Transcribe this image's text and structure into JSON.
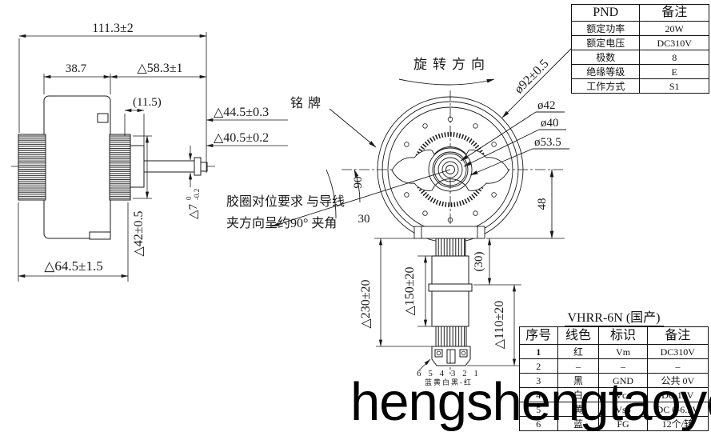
{
  "drawing": {
    "side_view": {
      "overall_length": "111.3±2",
      "body_width": "38.7",
      "rear_length": "△58.3±1",
      "boss_width": "(11.5)",
      "shaft_pos1": "△44.5±0.3",
      "shaft_pos2": "△40.5±0.2",
      "shaft_dia": "△7",
      "shaft_tol_upper": "0",
      "shaft_tol_lower": "-0.2",
      "fin_height": "△42±0.5",
      "body_height": "△64.5±1.5"
    },
    "front_view": {
      "rotation_label": "旋转方向",
      "nameplate_label": "铭牌",
      "outer_dia": "ø92±0.5",
      "dia_42": "ø42",
      "dia_40": "ø40",
      "dia_53_5": "ø53.5",
      "angle_90": "90",
      "angle_30": "30",
      "dim_48": "48",
      "dim_30_ref": "(30)",
      "note_line1": "胶圈对位要求 与导线",
      "note_line2": "夹方向呈约90° 夹角"
    },
    "cable": {
      "len_total": "△230±20",
      "len_sleeve": "△150±20",
      "len_lower": "△110±20",
      "pin_numbers": "6 5 4 3 2 1",
      "pin_colors": "蓝黄白黑-红"
    }
  },
  "spec_table": {
    "col1_header": "PND",
    "col2_header": "备注",
    "rows": [
      {
        "name": "额定功率",
        "value": "20W"
      },
      {
        "name": "额定电压",
        "value": "DC310V"
      },
      {
        "name": "极数",
        "value": "8"
      },
      {
        "name": "绝缘等级",
        "value": "E"
      },
      {
        "name": "工作方式",
        "value": "S1"
      }
    ]
  },
  "wire_table": {
    "title": "VHRR-6N (国产)",
    "headers": [
      "序号",
      "线色",
      "标识",
      "备注"
    ],
    "rows": [
      [
        "1",
        "红",
        "Vm",
        "DC310V"
      ],
      [
        "2",
        "–",
        "–",
        "–"
      ],
      [
        "3",
        "黑",
        "GND",
        "公共 0V"
      ],
      [
        "4",
        "白",
        "Vcc",
        "DC 15V"
      ],
      [
        "5",
        "黄",
        "Vsp",
        "DC 0-6.5V"
      ],
      [
        "6",
        "蓝",
        "FG",
        "12个/转"
      ]
    ]
  },
  "watermark": "hengshengtaoye.co"
}
